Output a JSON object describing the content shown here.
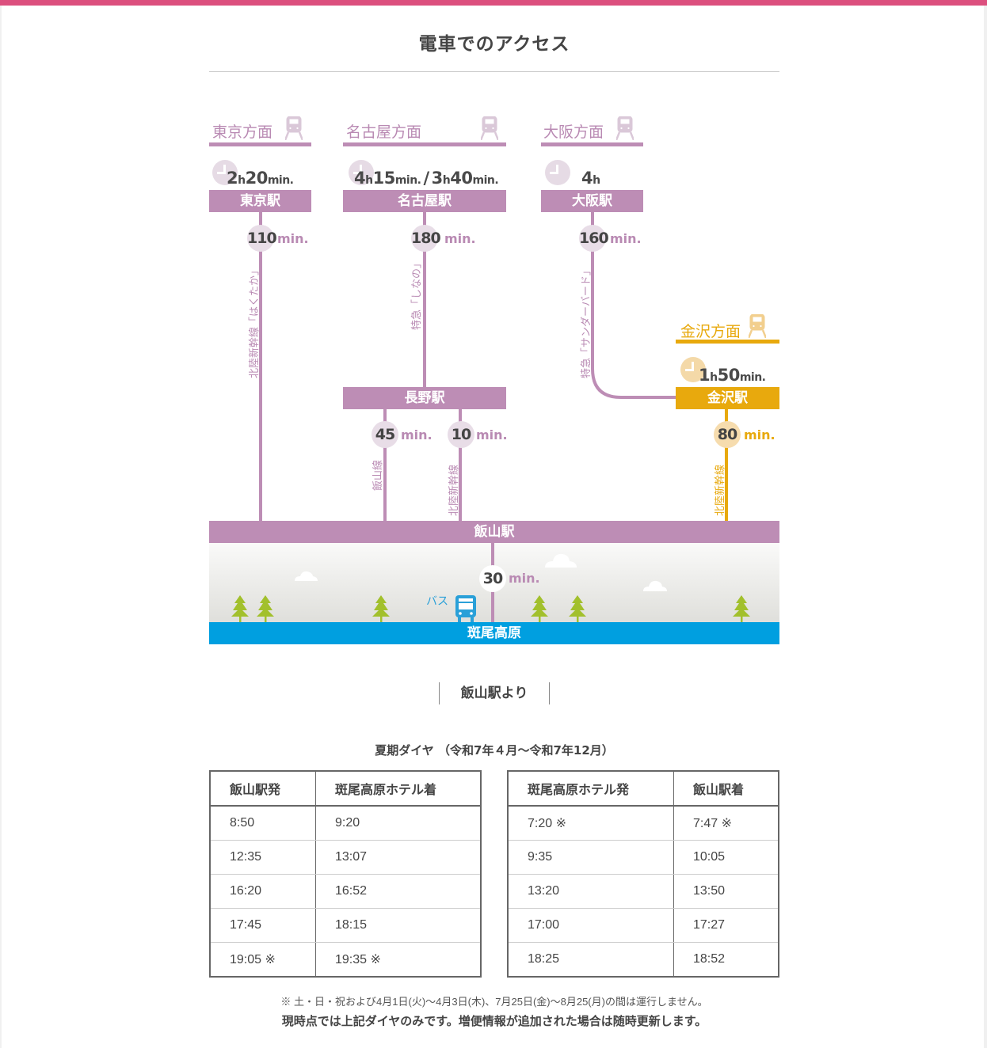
{
  "page": {
    "title": "電車でのアクセス",
    "colors": {
      "accent_bar": "#dc4f7e",
      "route_purple": "#bd8db5",
      "route_gold": "#e8a90d",
      "ground_blue": "#009fe0",
      "tree_green": "#a2c02c"
    }
  },
  "diagram": {
    "directions": [
      {
        "label": "東京方面",
        "icon": "train-icon",
        "time_h": "2",
        "time_m": "20",
        "station": "東京駅",
        "leg_minutes": "110",
        "line": "北陸新幹線「はくたか」"
      },
      {
        "label": "名古屋方面",
        "icon": "train-icon",
        "time_h": "4",
        "time_m": "15",
        "time_h2": "3",
        "time_m2": "40",
        "station": "名古屋駅",
        "leg_minutes": "180",
        "line": "特急「しなの」"
      },
      {
        "label": "大阪方面",
        "icon": "train-icon",
        "time_h": "4",
        "station": "大阪駅",
        "leg_minutes": "160",
        "line": "特急「サンダーバード」"
      },
      {
        "label": "金沢方面",
        "icon": "train-icon",
        "time_h": "1",
        "time_m": "50",
        "station": "金沢駅",
        "leg_minutes": "80",
        "line": "北陸新幹線"
      }
    ],
    "nagano": {
      "station": "長野駅",
      "legs": [
        {
          "minutes": "45",
          "line": "飯山線"
        },
        {
          "minutes": "10",
          "line": "北陸新幹線"
        }
      ]
    },
    "iiyama": {
      "station": "飯山駅",
      "bus_label": "バス",
      "bus_minutes": "30"
    },
    "destination": "斑尾高原",
    "h_unit": "h",
    "min_unit": "min.",
    "slash": "/"
  },
  "timetable": {
    "from_label": "飯山駅より",
    "season": "夏期ダイヤ （令和7年４月〜令和7年12月）",
    "outbound": {
      "headers": [
        "飯山駅発",
        "斑尾高原ホテル着"
      ],
      "rows": [
        [
          "8:50",
          "9:20"
        ],
        [
          "12:35",
          "13:07"
        ],
        [
          "16:20",
          "16:52"
        ],
        [
          "17:45",
          "18:15"
        ],
        [
          "19:05 ※",
          "19:35 ※"
        ]
      ]
    },
    "inbound": {
      "headers": [
        "斑尾高原ホテル発",
        "飯山駅着"
      ],
      "rows": [
        [
          "7:20 ※",
          "7:47 ※"
        ],
        [
          "9:35",
          "10:05"
        ],
        [
          "13:20",
          "13:50"
        ],
        [
          "17:00",
          "17:27"
        ],
        [
          "18:25",
          "18:52"
        ]
      ]
    },
    "note": "※ 土・日・祝および4月1日(火)〜4月3日(木)、7月25日(金)〜8月25(月)の間は運行しません。",
    "update_note": "現時点では上記ダイヤのみです。増便情報が追加された場合は随時更新します。"
  }
}
